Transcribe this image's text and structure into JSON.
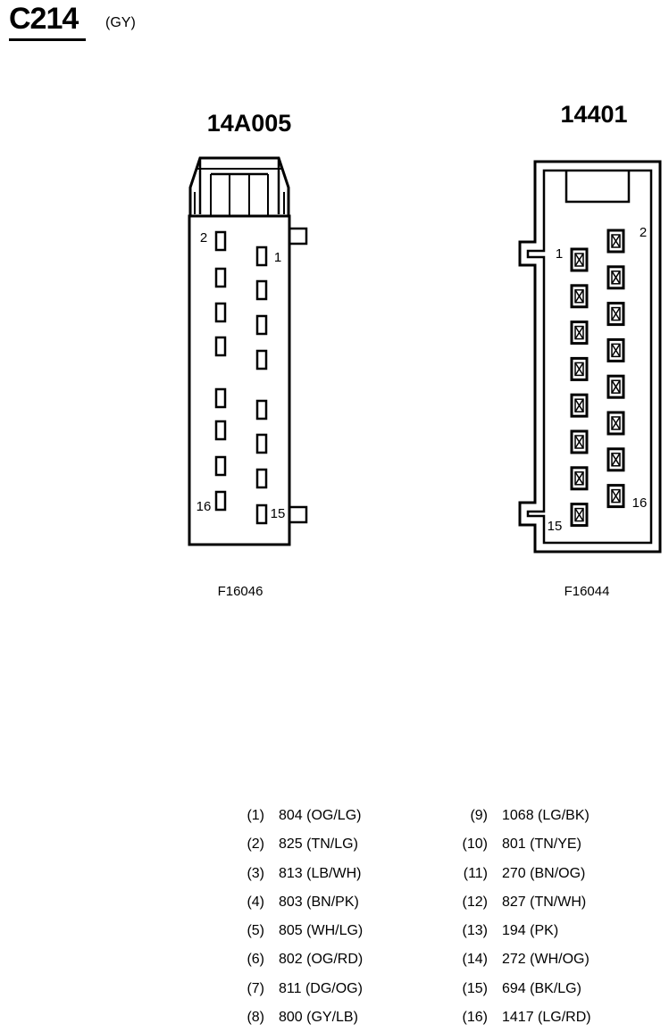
{
  "header": {
    "title": "C214",
    "color_code": "(GY)"
  },
  "connectors": [
    {
      "part_number": "14A005",
      "figure_id": "F16046",
      "pin_labels": [
        "2",
        "1",
        "16",
        "15"
      ]
    },
    {
      "part_number": "14401",
      "figure_id": "F16044",
      "pin_labels": [
        "1",
        "2",
        "15",
        "16"
      ]
    }
  ],
  "pinout_left": [
    {
      "pin": "(1)",
      "wire": "804 (OG/LG)"
    },
    {
      "pin": "(2)",
      "wire": "825 (TN/LG)"
    },
    {
      "pin": "(3)",
      "wire": "813 (LB/WH)"
    },
    {
      "pin": "(4)",
      "wire": "803 (BN/PK)"
    },
    {
      "pin": "(5)",
      "wire": "805 (WH/LG)"
    },
    {
      "pin": "(6)",
      "wire": "802 (OG/RD)"
    },
    {
      "pin": "(7)",
      "wire": "811 (DG/OG)"
    },
    {
      "pin": "(8)",
      "wire": "800 (GY/LB)"
    }
  ],
  "pinout_right": [
    {
      "pin": "(9)",
      "wire": "1068 (LG/BK)"
    },
    {
      "pin": "(10)",
      "wire": "801 (TN/YE)"
    },
    {
      "pin": "(11)",
      "wire": "270 (BN/OG)"
    },
    {
      "pin": "(12)",
      "wire": "827 (TN/WH)"
    },
    {
      "pin": "(13)",
      "wire": "194 (PK)"
    },
    {
      "pin": "(14)",
      "wire": "272 (WH/OG)"
    },
    {
      "pin": "(15)",
      "wire": "694 (BK/LG)"
    },
    {
      "pin": "(16)",
      "wire": "1417 (LG/RD)"
    }
  ]
}
